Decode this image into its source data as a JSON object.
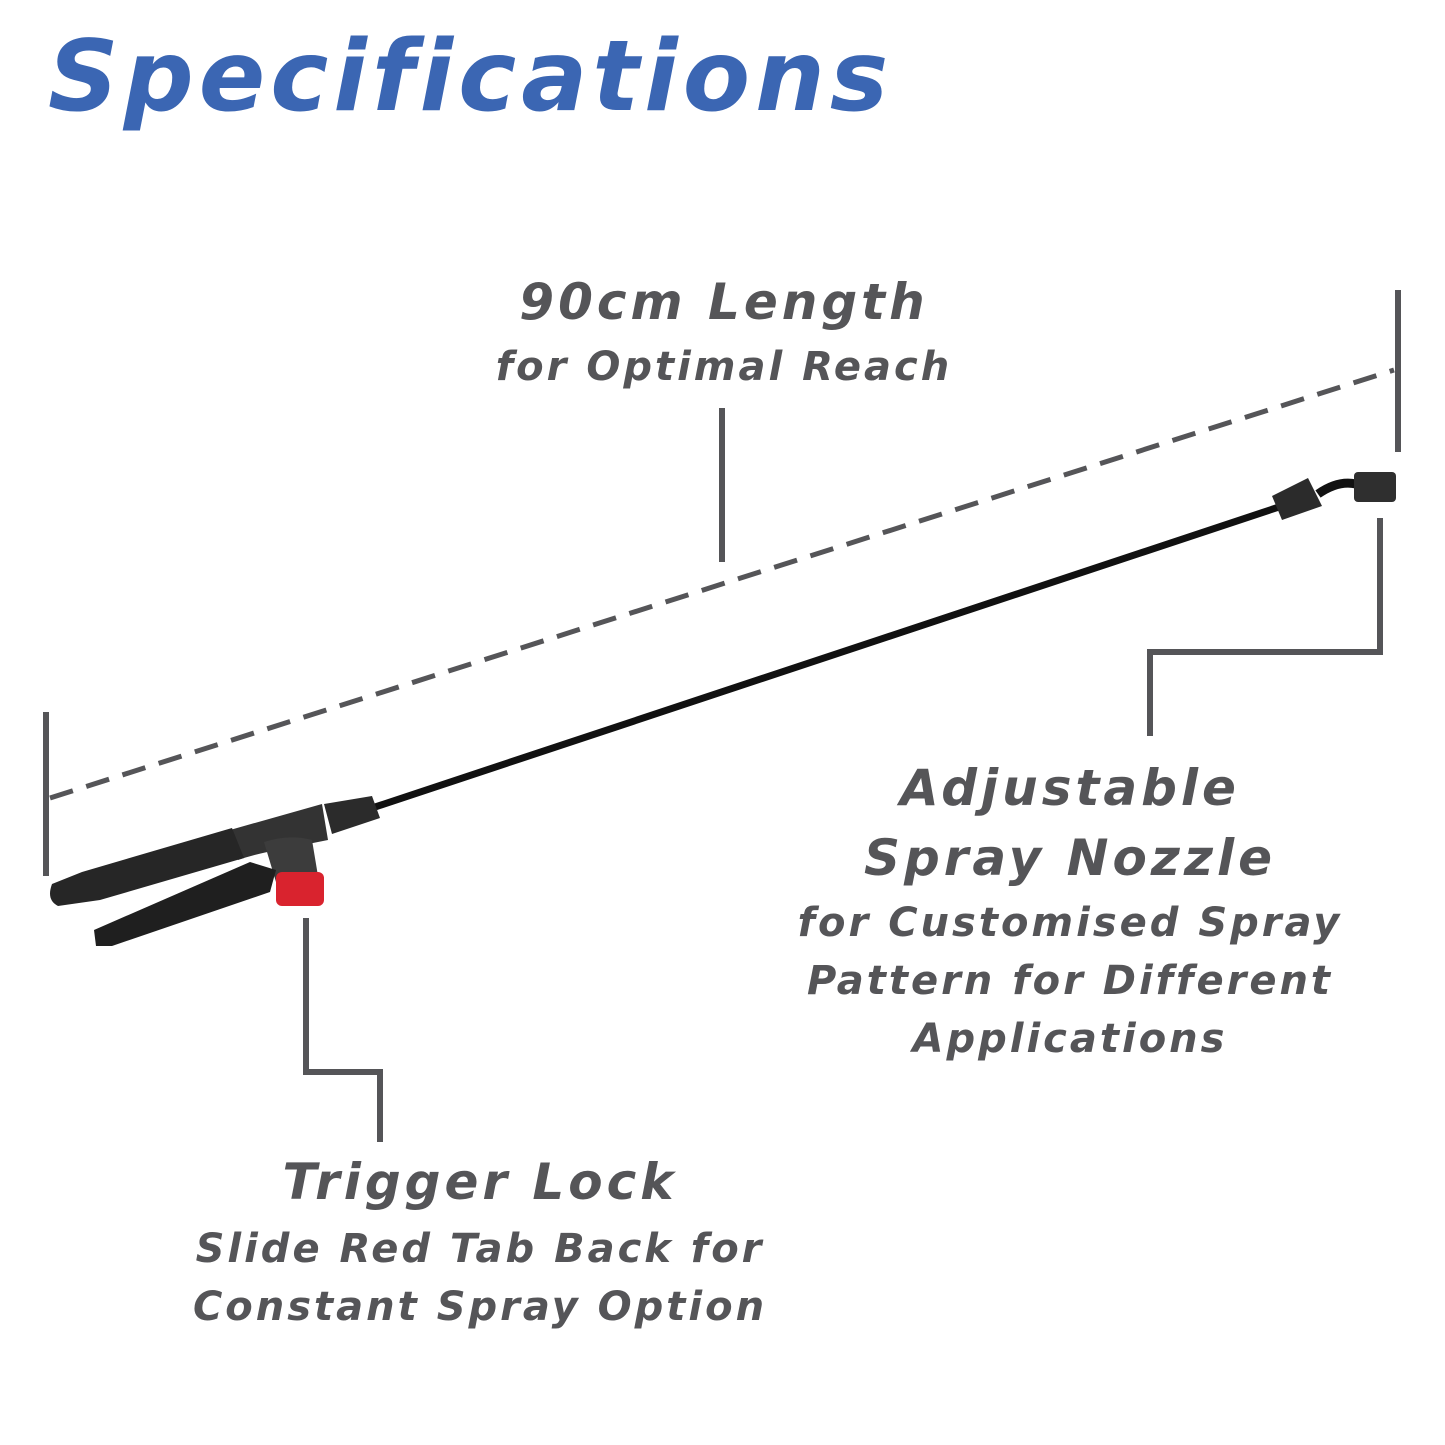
{
  "title": "Specifications",
  "colors": {
    "title": "#3b66b3",
    "text": "#555558",
    "leader": "#555558",
    "wand": "#111111",
    "lock_tab": "#d9232e"
  },
  "callouts": {
    "length": {
      "heading": "90cm Length",
      "lines": [
        "for Optimal Reach"
      ]
    },
    "nozzle": {
      "heading_lines": [
        "Adjustable",
        "Spray Nozzle"
      ],
      "lines": [
        "for Customised Spray",
        "Pattern for Different",
        "Applications"
      ]
    },
    "trigger": {
      "heading": "Trigger Lock",
      "lines": [
        "Slide Red Tab Back for",
        "Constant Spray Option"
      ]
    }
  }
}
